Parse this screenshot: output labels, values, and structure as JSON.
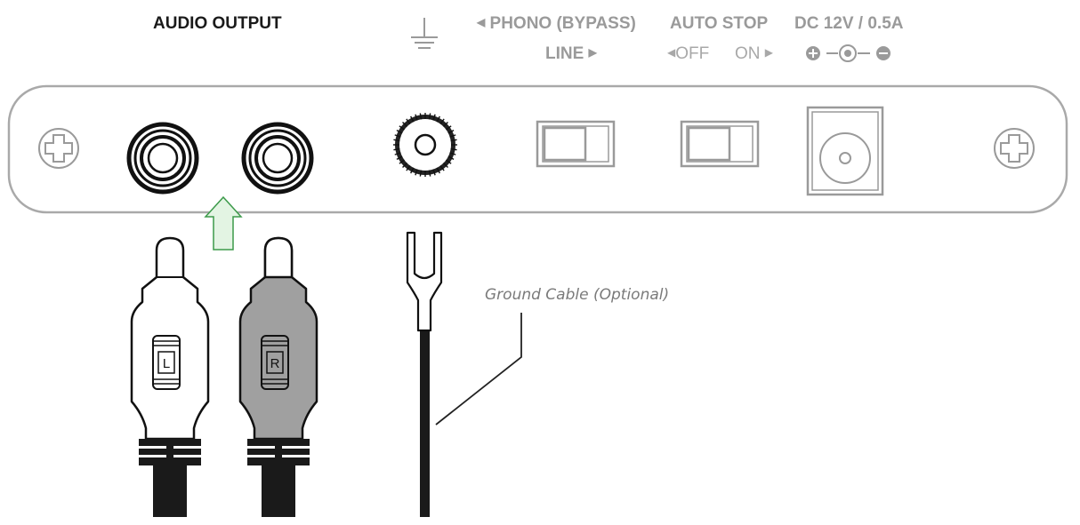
{
  "labels": {
    "audio_output": "AUDIO OUTPUT",
    "phono_bypass": "PHONO (BYPASS)",
    "line": "LINE",
    "auto_stop": "AUTO STOP",
    "off": "OFF",
    "on": "ON",
    "dc_power": "DC 12V / 0.5A"
  },
  "plugs": {
    "left": "L",
    "right": "R"
  },
  "callouts": {
    "ground_cable": "Ground Cable (Optional)"
  },
  "icons": [
    "ground-symbol-icon",
    "arrow-left-icon",
    "arrow-right-icon",
    "dc-polarity-icon",
    "screw-icon",
    "rca-jack-icon",
    "thumbscrew-icon",
    "slide-switch-icon",
    "dc-jack-icon",
    "arrow-up-icon",
    "rca-plug-icon",
    "spade-terminal-icon"
  ],
  "colors": {
    "panel_stroke": "#a9a9a9",
    "arrow_fill": "#e3f4e3",
    "arrow_stroke": "#3c9a4a",
    "plug_left": "#ffffff",
    "plug_right": "#a0a0a0",
    "cable": "#1a1a1a"
  }
}
